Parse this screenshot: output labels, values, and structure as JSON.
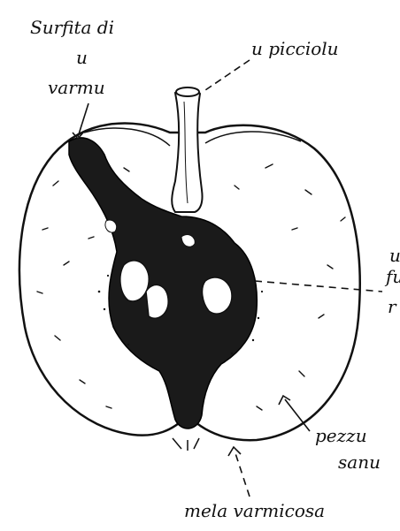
{
  "labels": {
    "exit_hole_line1": "Surfita di",
    "exit_hole_line2": "u",
    "exit_hole_line3": "varmu",
    "stalk": "u picciolu",
    "right_partial_line1": "u",
    "right_partial_line2": "fu",
    "right_partial_line3": "r",
    "healthy_line1": "pezzu",
    "healthy_line2": "sanu",
    "wormy_apple": "mela varmicosa"
  }
}
